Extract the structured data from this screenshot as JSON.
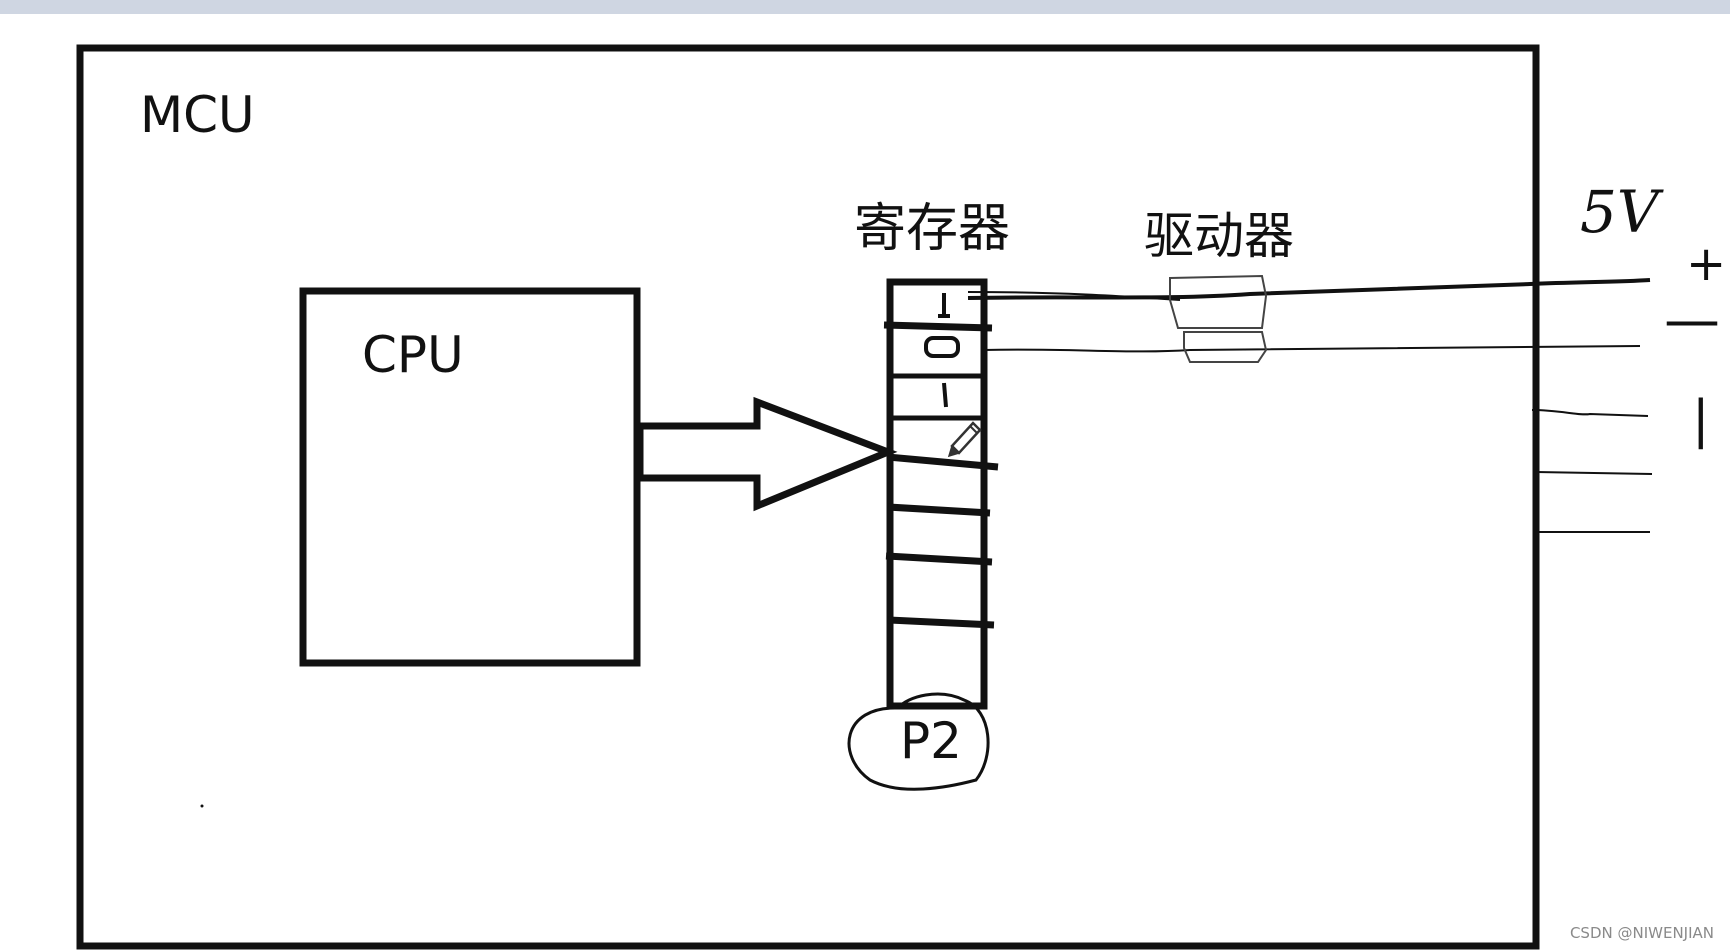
{
  "labels": {
    "mcu": "MCU",
    "cpu": "CPU",
    "register": "寄存器",
    "driver": "驱动器",
    "port": "P2",
    "voltage": "5V",
    "plus": "+",
    "minus": "—",
    "one": "|"
  },
  "watermark": "CSDN @NIWENJIAN",
  "register_cells": {
    "bits": [
      "1",
      "0",
      "1"
    ]
  },
  "colors": {
    "stroke": "#111111",
    "background": "#ffffff",
    "top_strip": "#cfd6e2",
    "watermark": "#8a8a8a"
  }
}
